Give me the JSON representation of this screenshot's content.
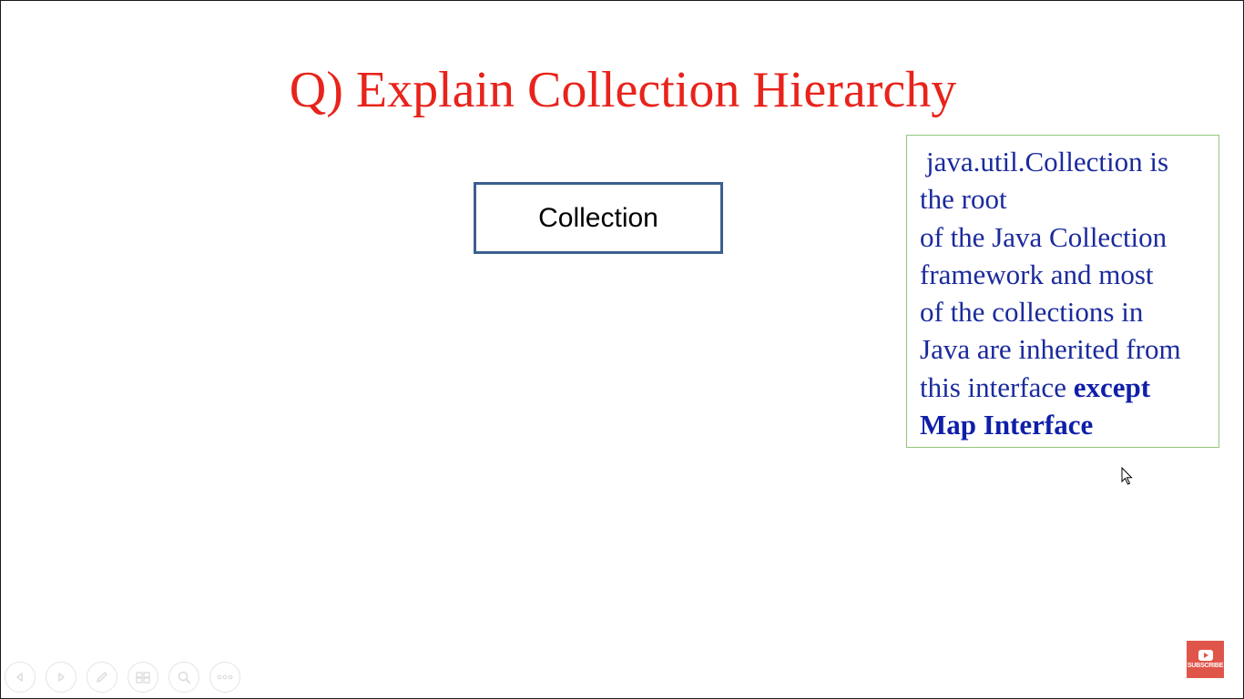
{
  "slide": {
    "title": "Q) Explain Collection Hierarchy",
    "title_color": "#e8231b"
  },
  "diagram": {
    "root_node": "Collection"
  },
  "note": {
    "line_1": "java.util.Collection is",
    "line_2": "the root",
    "line_3": "of the Java Collection",
    "line_4": "framework and most",
    "line_5": "of the collections in",
    "line_6": "Java are inherited from",
    "line_7_prefix": "this interface ",
    "line_7_bold": "except",
    "line_8_bold": "Map Interface",
    "text_color": "#1a2a9c",
    "border_color": "#92c47a"
  },
  "controls": {
    "buttons": [
      {
        "icon": "previous-icon"
      },
      {
        "icon": "next-icon"
      },
      {
        "icon": "pen-icon"
      },
      {
        "icon": "slides-icon"
      },
      {
        "icon": "zoom-icon"
      },
      {
        "icon": "more-icon"
      }
    ]
  },
  "subscribe": {
    "label": "SUBSCRIBE",
    "icon": "youtube-play-icon",
    "color": "#e0554a"
  }
}
